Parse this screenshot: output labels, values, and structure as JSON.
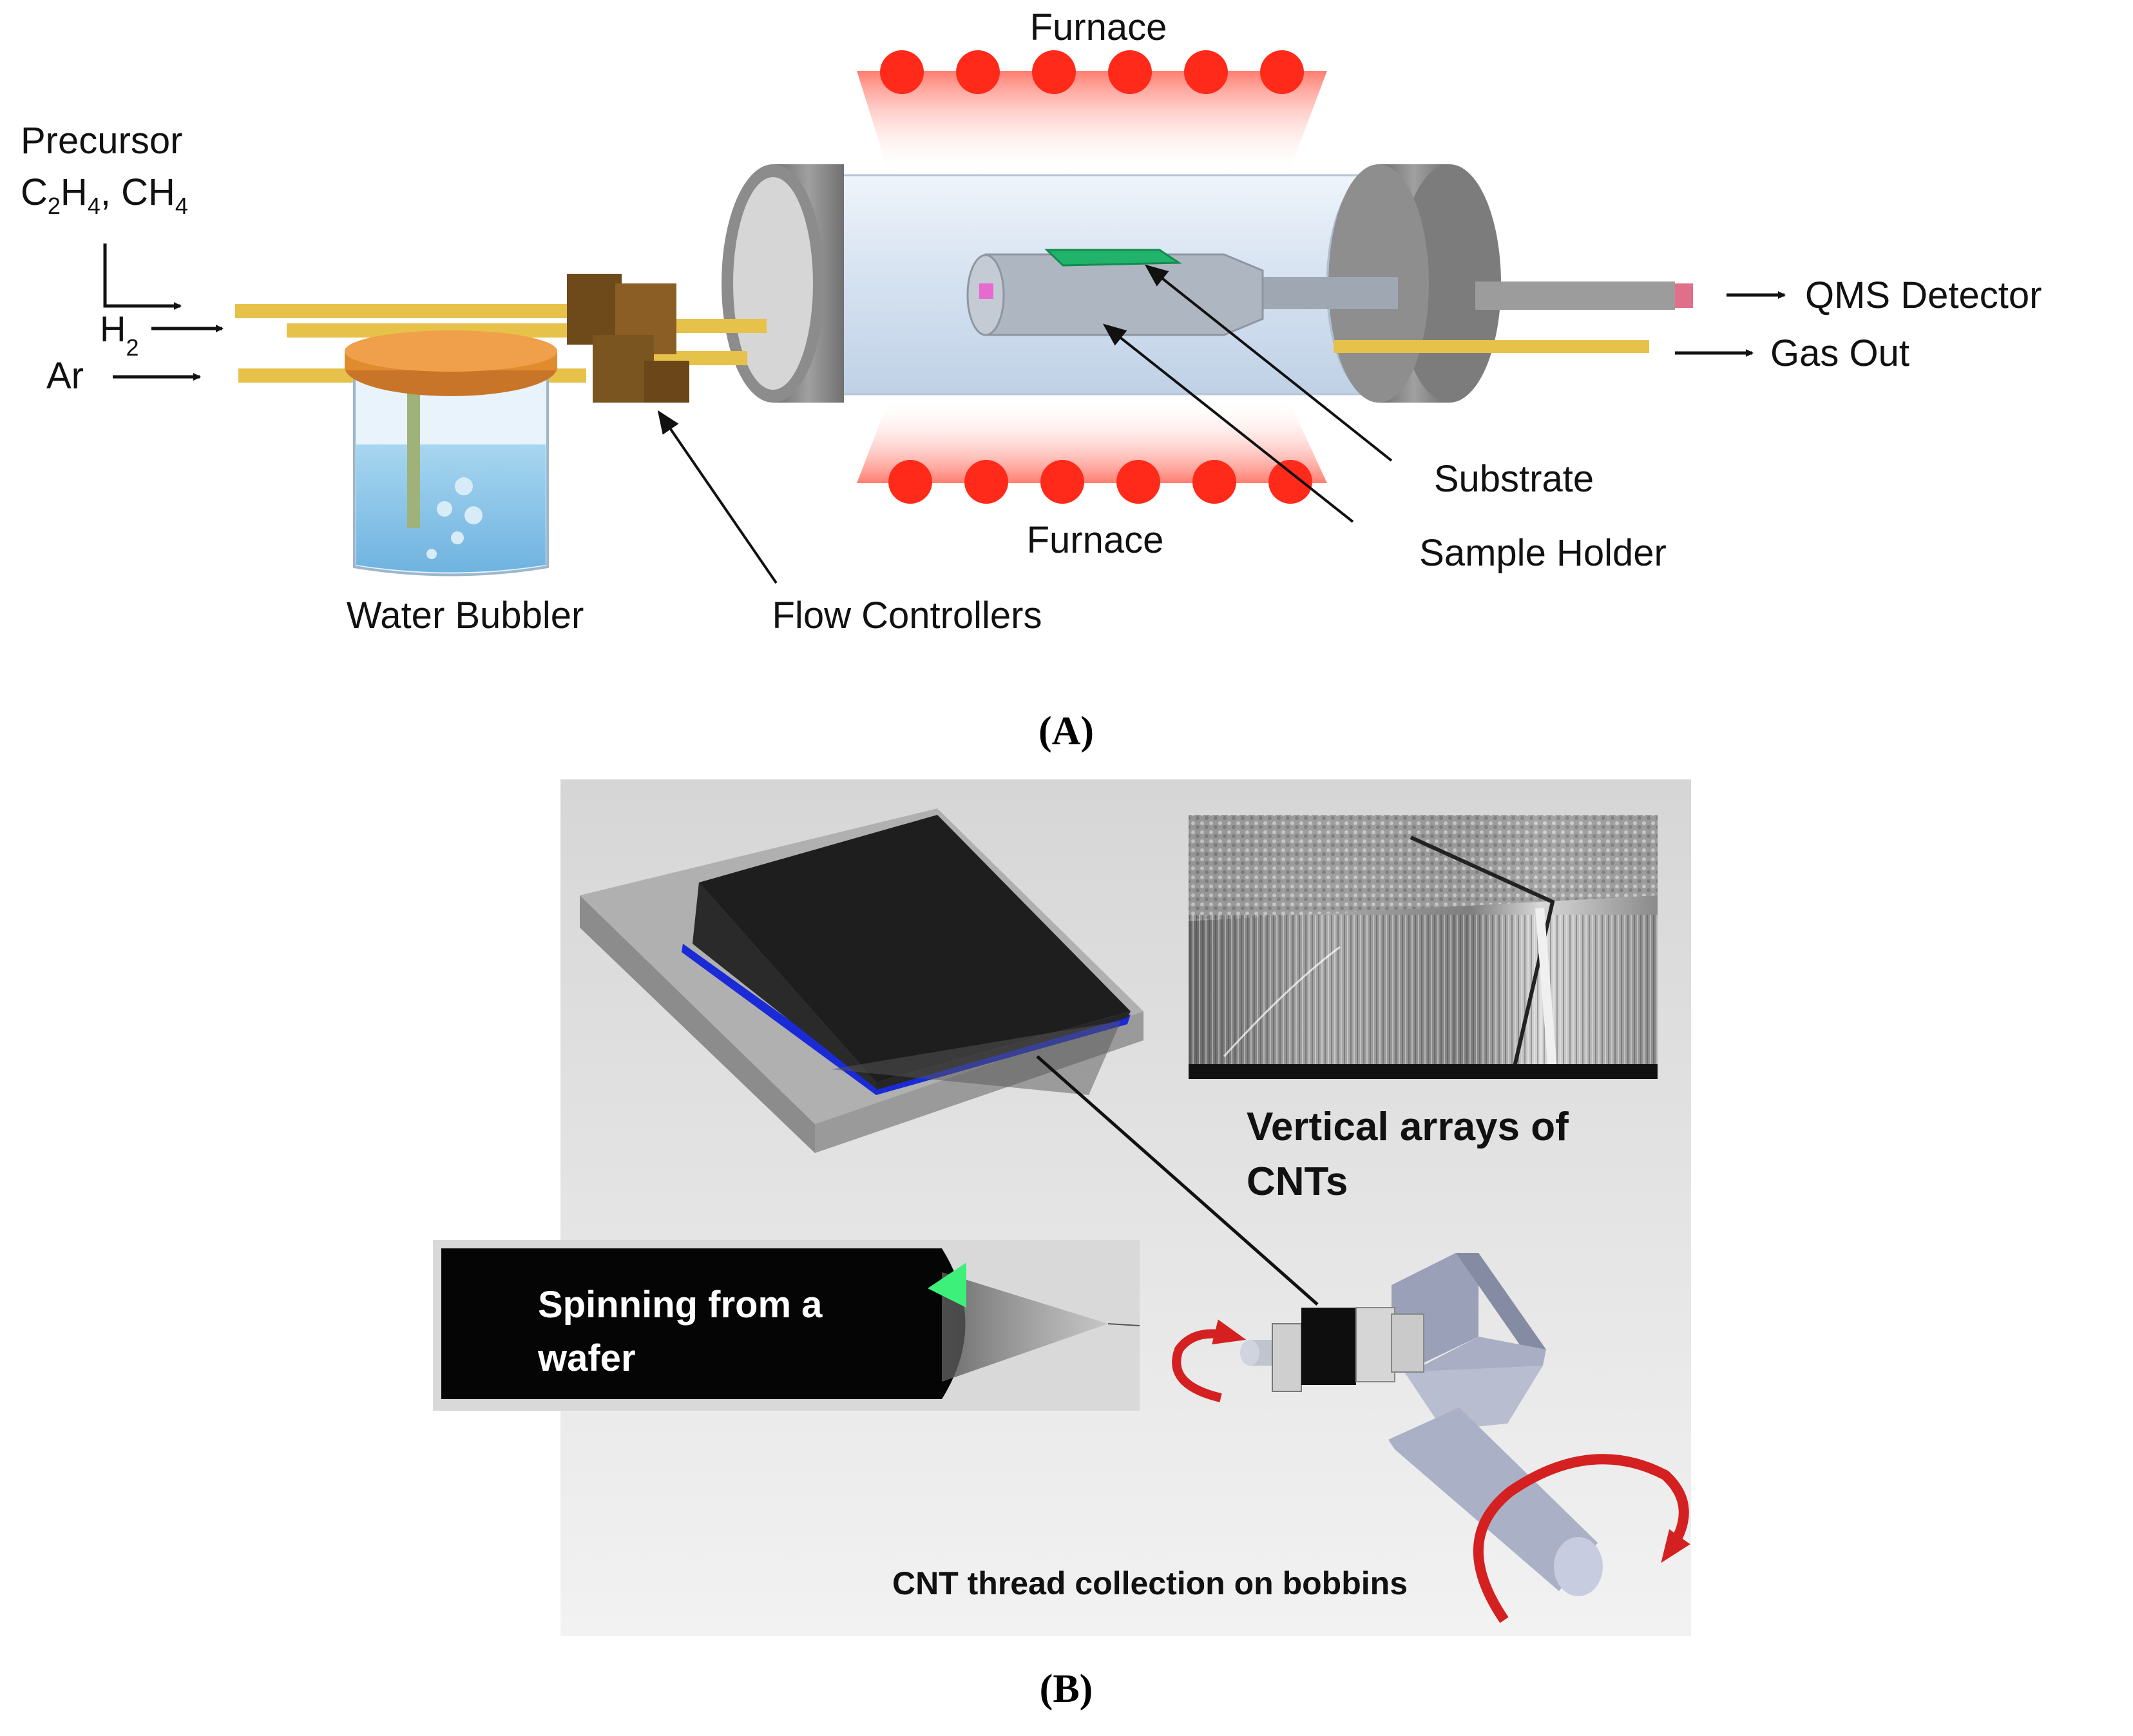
{
  "panel_a": {
    "furnace_top": "Furnace",
    "furnace_bottom": "Furnace",
    "precursor_title": "Precursor",
    "precursor_c": "C",
    "precursor_c_sub": "2",
    "precursor_h": "H",
    "precursor_h_sub": "4",
    "precursor_sep": ", CH",
    "precursor_ch_sub": "4",
    "h2": "H",
    "h2_sub": "2",
    "ar": "Ar",
    "water_bubbler": "Water Bubbler",
    "flow_controllers": "Flow Controllers",
    "qms_detector": "QMS Detector",
    "gas_out": "Gas Out",
    "substrate": "Substrate",
    "sample_holder": "Sample Holder",
    "caption": "(A)",
    "colors": {
      "heater": "#ff2a1a",
      "glow": "#ff8a80",
      "tube": "#dce8f5",
      "flange": "#8a8a8a",
      "gas_line": "#e7c24a",
      "controller": "#7a5520",
      "water": "#8fc8ea",
      "substrate": "#21b36b"
    }
  },
  "panel_b": {
    "vertical_arrays_line1": "Vertical arrays of",
    "vertical_arrays_line2": "CNTs",
    "spinning_line1": "Spinning from a",
    "spinning_line2": "wafer",
    "thread_collection": "CNT thread collection on bobbins",
    "caption": "(B)",
    "colors": {
      "background": "#e2e2e2",
      "wafer_block": "#2b2b2b",
      "wafer_base": "#a7a7a7",
      "catalyst_layer": "#1a2ad6",
      "rotation_arrow": "#d42020",
      "bobbin": "#b3b8cc"
    }
  }
}
